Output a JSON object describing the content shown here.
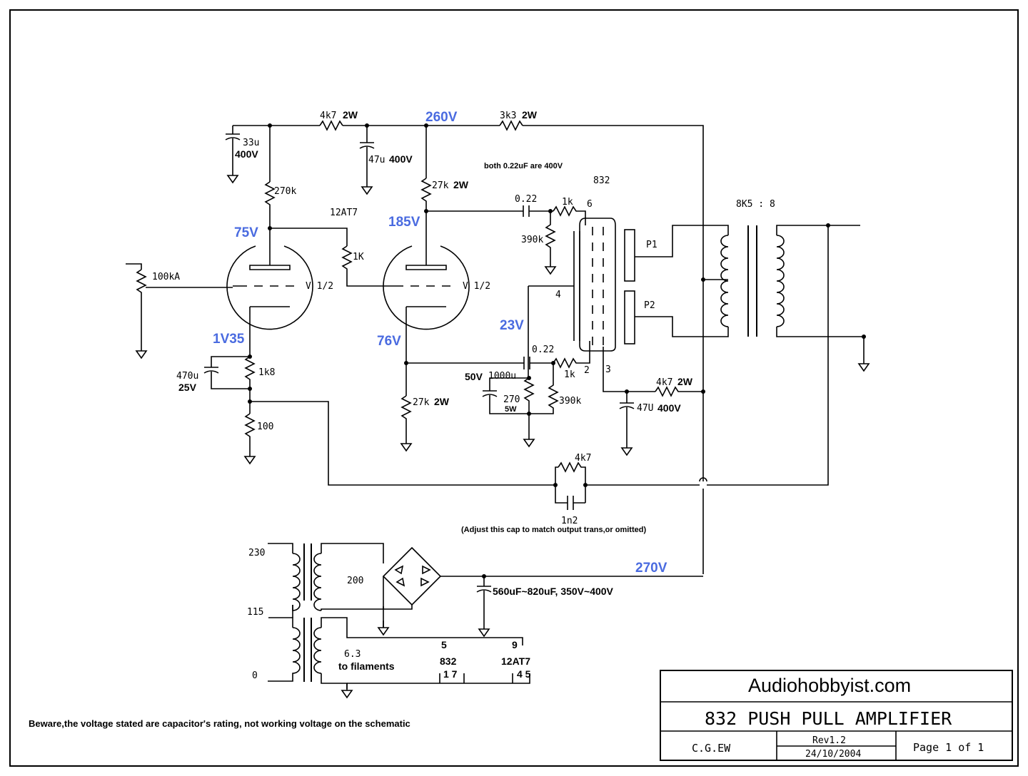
{
  "colors": {
    "voltage_label": "#4a6be0",
    "ink": "#000000"
  },
  "icons": {
    "resistor": "resistor-icon",
    "capacitor": "capacitor-icon",
    "ground": "ground-icon",
    "tube": "triode-icon",
    "transformer": "transformer-icon",
    "bridge": "bridge-rectifier-icon"
  },
  "supply": {
    "r1": "4k7",
    "r1_watt": "2W",
    "r2": "3k3",
    "r2_watt": "2W",
    "c1": "33u",
    "c1_volt": "400V",
    "c2": "47u",
    "c2_volt": "400V"
  },
  "notes": {
    "cap_rating": "both 0.22uF are 400V",
    "adjust_cap": "(Adjust this cap to match output trans,or omitted)",
    "beware": "Beware,the voltage stated are capacitor's rating, not working voltage on the schematic"
  },
  "voltages": {
    "v260": "260V",
    "v185": "185V",
    "v75": "75V",
    "v23": "23V",
    "v1v35": "1V35",
    "v76": "76V",
    "v270": "270V"
  },
  "stage1": {
    "r_plate": "270k",
    "r_couple": "1K",
    "pot": "100kA",
    "tube_name": "12AT7",
    "tube_half": "V 1/2",
    "r_cathode": "1k8",
    "c_cathode": "470u",
    "c_cathode_volt": "25V",
    "r_fb": "100"
  },
  "stage2": {
    "r_plate": "27k",
    "r_plate_watt": "2W",
    "tube_half": "V 1/2",
    "r_cathode": "27k",
    "r_cathode_watt": "2W"
  },
  "output_stage": {
    "tube_name": "832",
    "c_top": "0.22",
    "r_top": "1k",
    "r_top_grid": "390k",
    "pin_top": "6",
    "pin_mid": "4",
    "c_bot": "0.22",
    "r_bot": "1k",
    "r_bot_grid": "390k",
    "pin_bot": "2",
    "pin_screen": "3",
    "c_cath": "1000u",
    "c_cath_volt": "50V",
    "r_cath": "270",
    "r_cath_watt": "5W",
    "plate1": "P1",
    "plate2": "P2",
    "r_screen": "4k7",
    "r_screen_watt": "2W",
    "c_screen": "47U",
    "c_screen_volt": "400V",
    "transformer_ratio": "8K5 : 8"
  },
  "feedback": {
    "r": "4k7",
    "c": "1n2"
  },
  "power": {
    "tap_230": "230",
    "tap_115": "115",
    "tap_0": "0",
    "secondary": "200",
    "c_main": "560uF~820uF, 350V~400V",
    "fil_volt": "6.3",
    "fil_label": "to filaments",
    "pin_832_top": "5",
    "tube_832": "832",
    "pin_832_bot": "1 7",
    "pin_12_top": "9",
    "tube_12": "12AT7",
    "pin_12_bot": "4 5"
  },
  "titleblock": {
    "site": "Audiohobbyist.com",
    "title": "832 PUSH PULL AMPLIFIER",
    "author": "C.G.EW",
    "rev": "Rev1.2",
    "date": "24/10/2004",
    "page": "Page 1 of 1"
  }
}
